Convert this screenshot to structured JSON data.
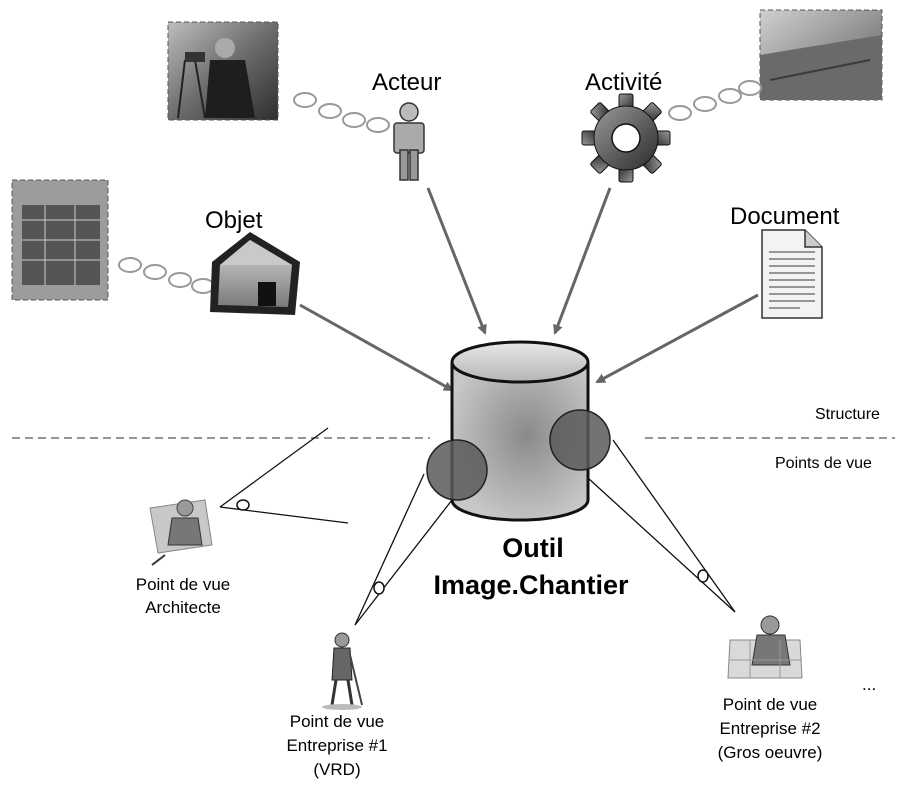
{
  "entities": {
    "acteur": "Acteur",
    "activite": "Activité",
    "objet": "Objet",
    "document": "Document"
  },
  "layers": {
    "structure": "Structure",
    "points_de_vue": "Points de vue"
  },
  "tool": {
    "line1": "Outil",
    "line2": "Image.Chantier"
  },
  "viewpoints": {
    "architecte": {
      "line1": "Point de vue",
      "line2": "Architecte"
    },
    "entreprise1": {
      "line1": "Point de vue",
      "line2": "Entreprise #1",
      "line3": "(VRD)"
    },
    "entreprise2": {
      "line1": "Point de vue",
      "line2": "Entreprise #2",
      "line3": "(Gros oeuvre)"
    },
    "more": "..."
  }
}
